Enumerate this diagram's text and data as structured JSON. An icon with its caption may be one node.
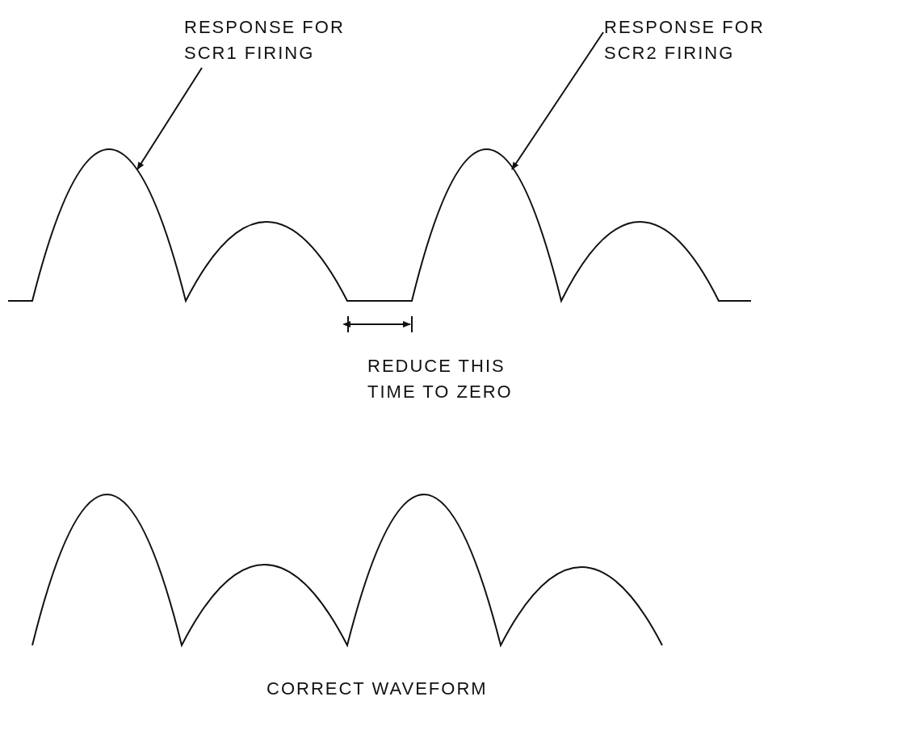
{
  "diagram": {
    "nodes": [
      {
        "text": [
          "RESPONSE FOR SCR1 FIRING"
        ]
      },
      {
        "text": [
          "RESPONSE FOR SCR2 FIRING"
        ]
      }
    ],
    "edges": [
      {
        "from": 0,
        "to": null,
        "arrow": "to"
      },
      {
        "from": 1,
        "to": null,
        "arrow": "to"
      }
    ],
    "labels": [
      "REDUCE THIS TIME TO ZERO",
      "CORRECT WAVEFORM"
    ]
  }
}
